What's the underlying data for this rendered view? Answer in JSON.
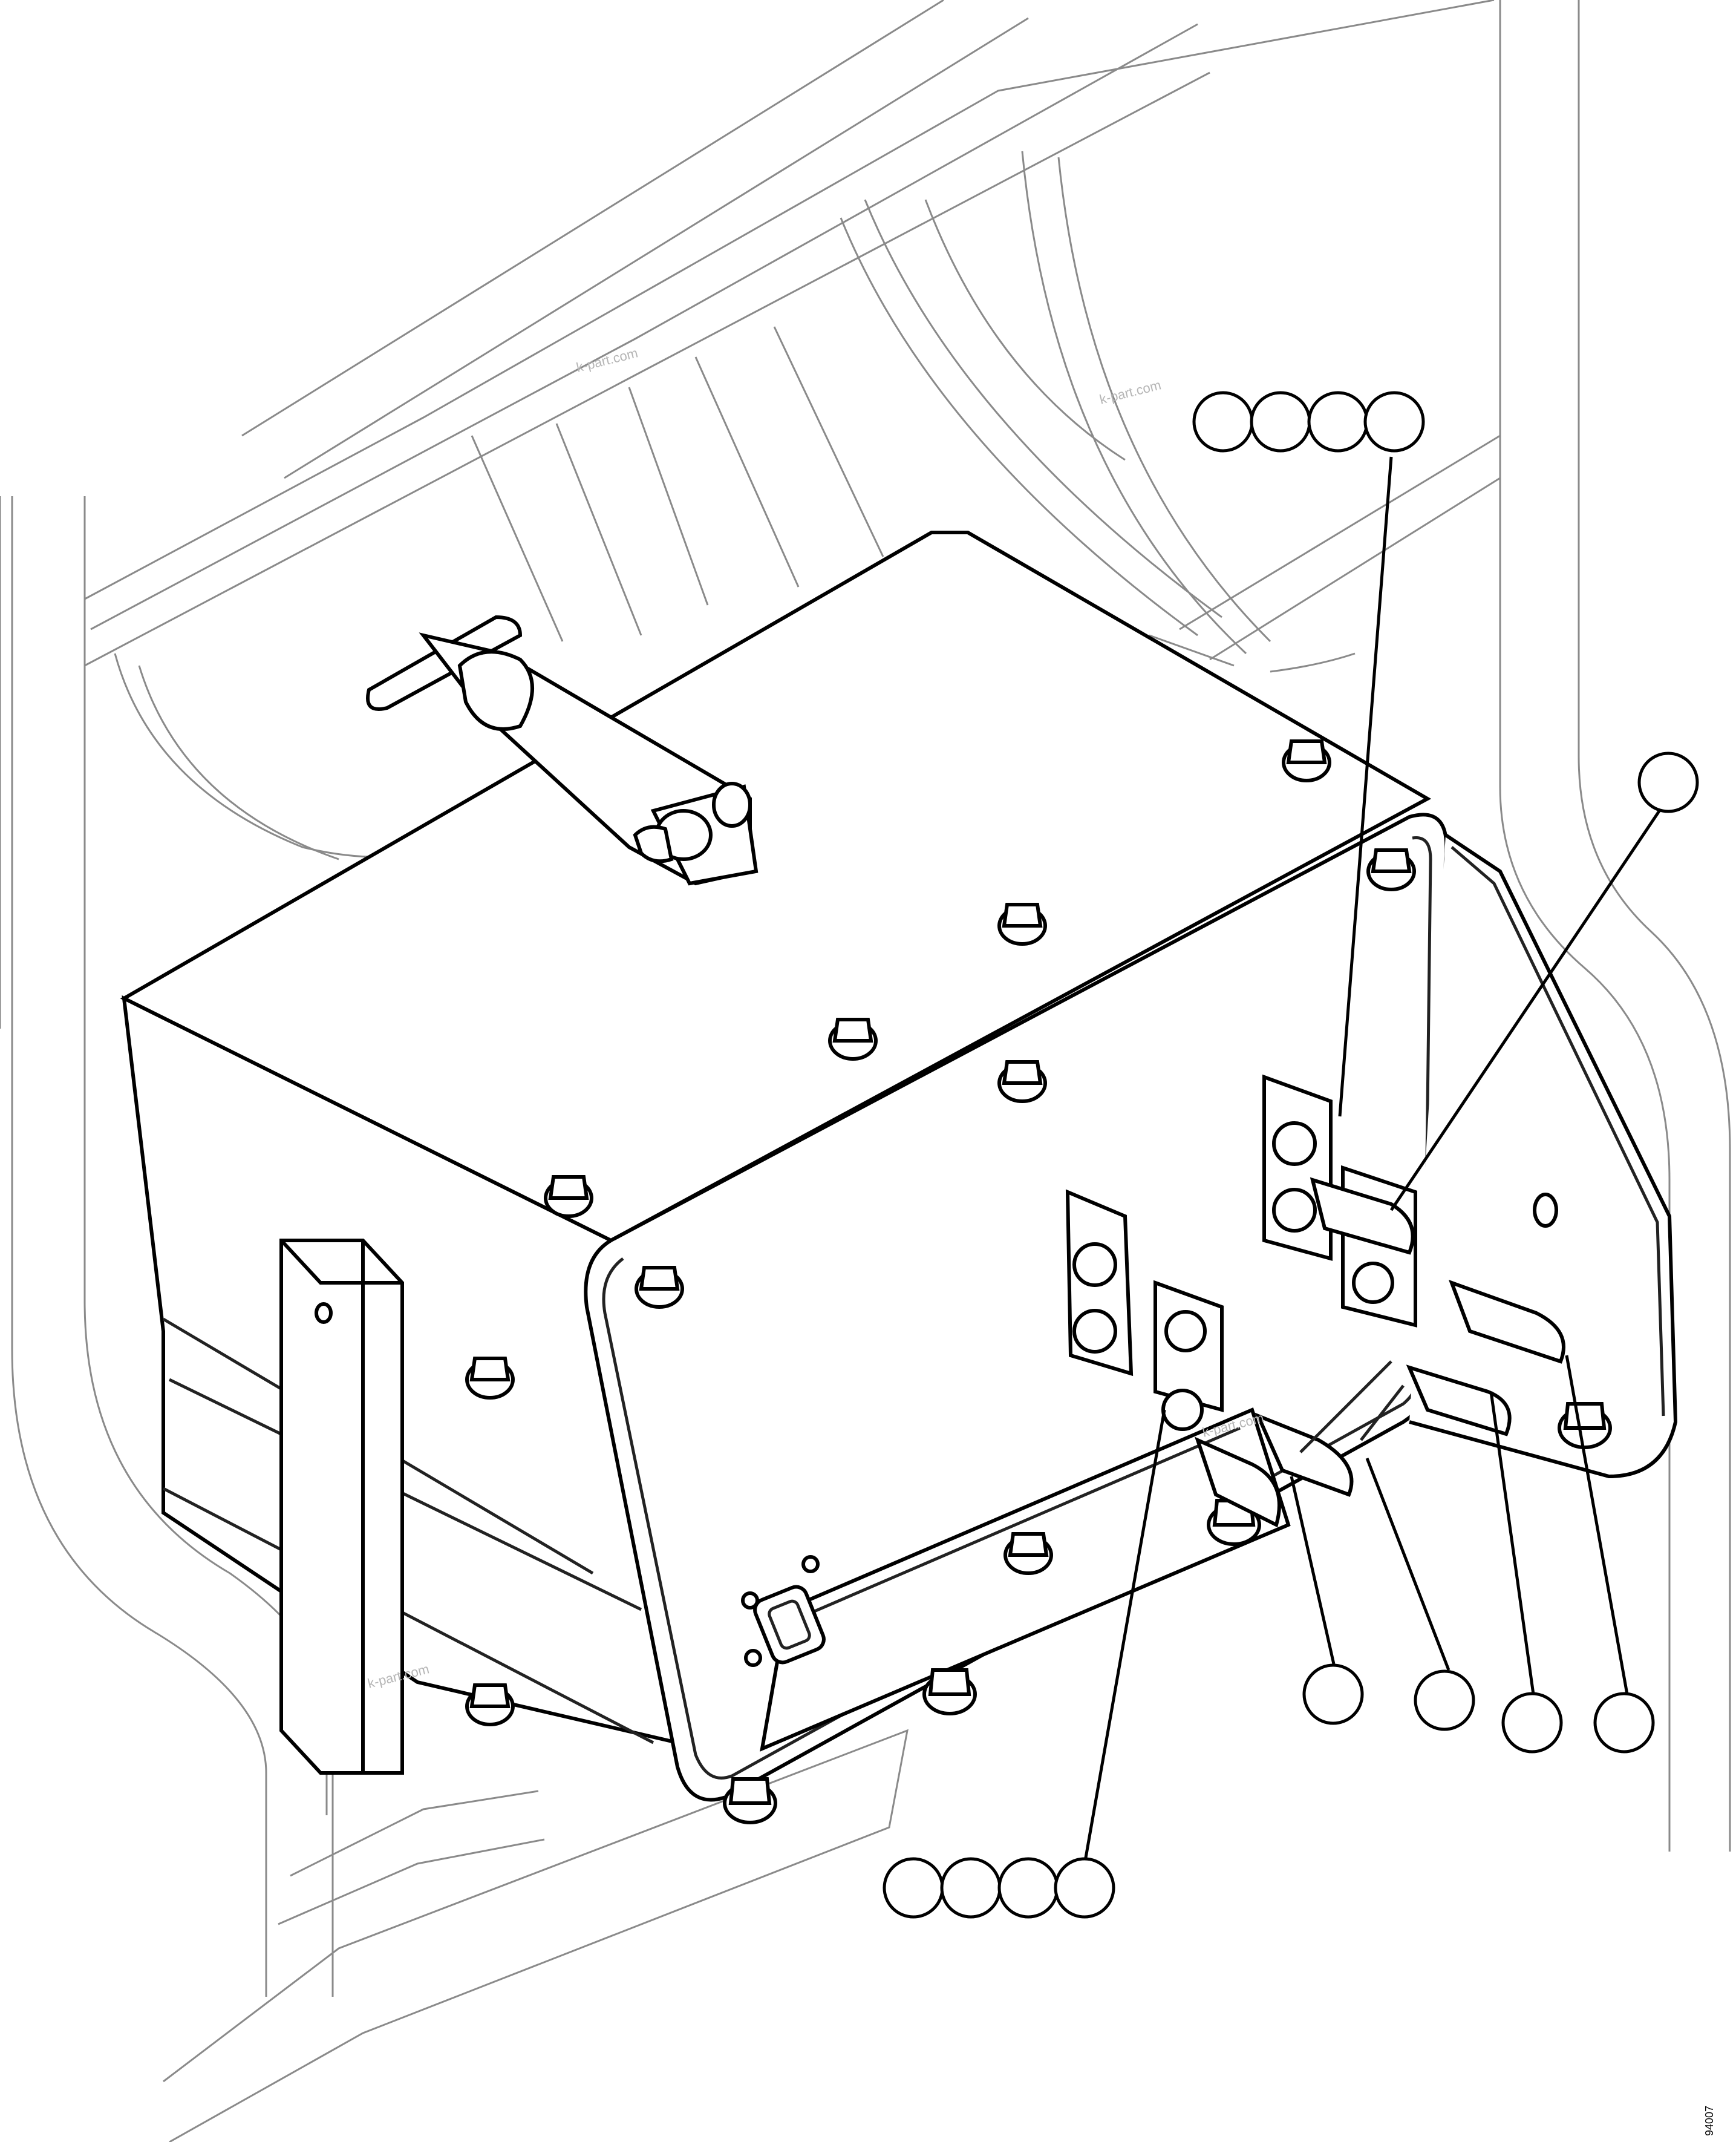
{
  "diagram": {
    "watermark_text": "k-part.com",
    "document_number": "94007",
    "callout_groups": [
      {
        "name": "top-left-group",
        "count": 4
      },
      {
        "name": "right-single",
        "count": 1
      },
      {
        "name": "bottom-right-row",
        "count": 4
      },
      {
        "name": "bottom-group",
        "count": 4
      }
    ],
    "callout_labels": []
  }
}
